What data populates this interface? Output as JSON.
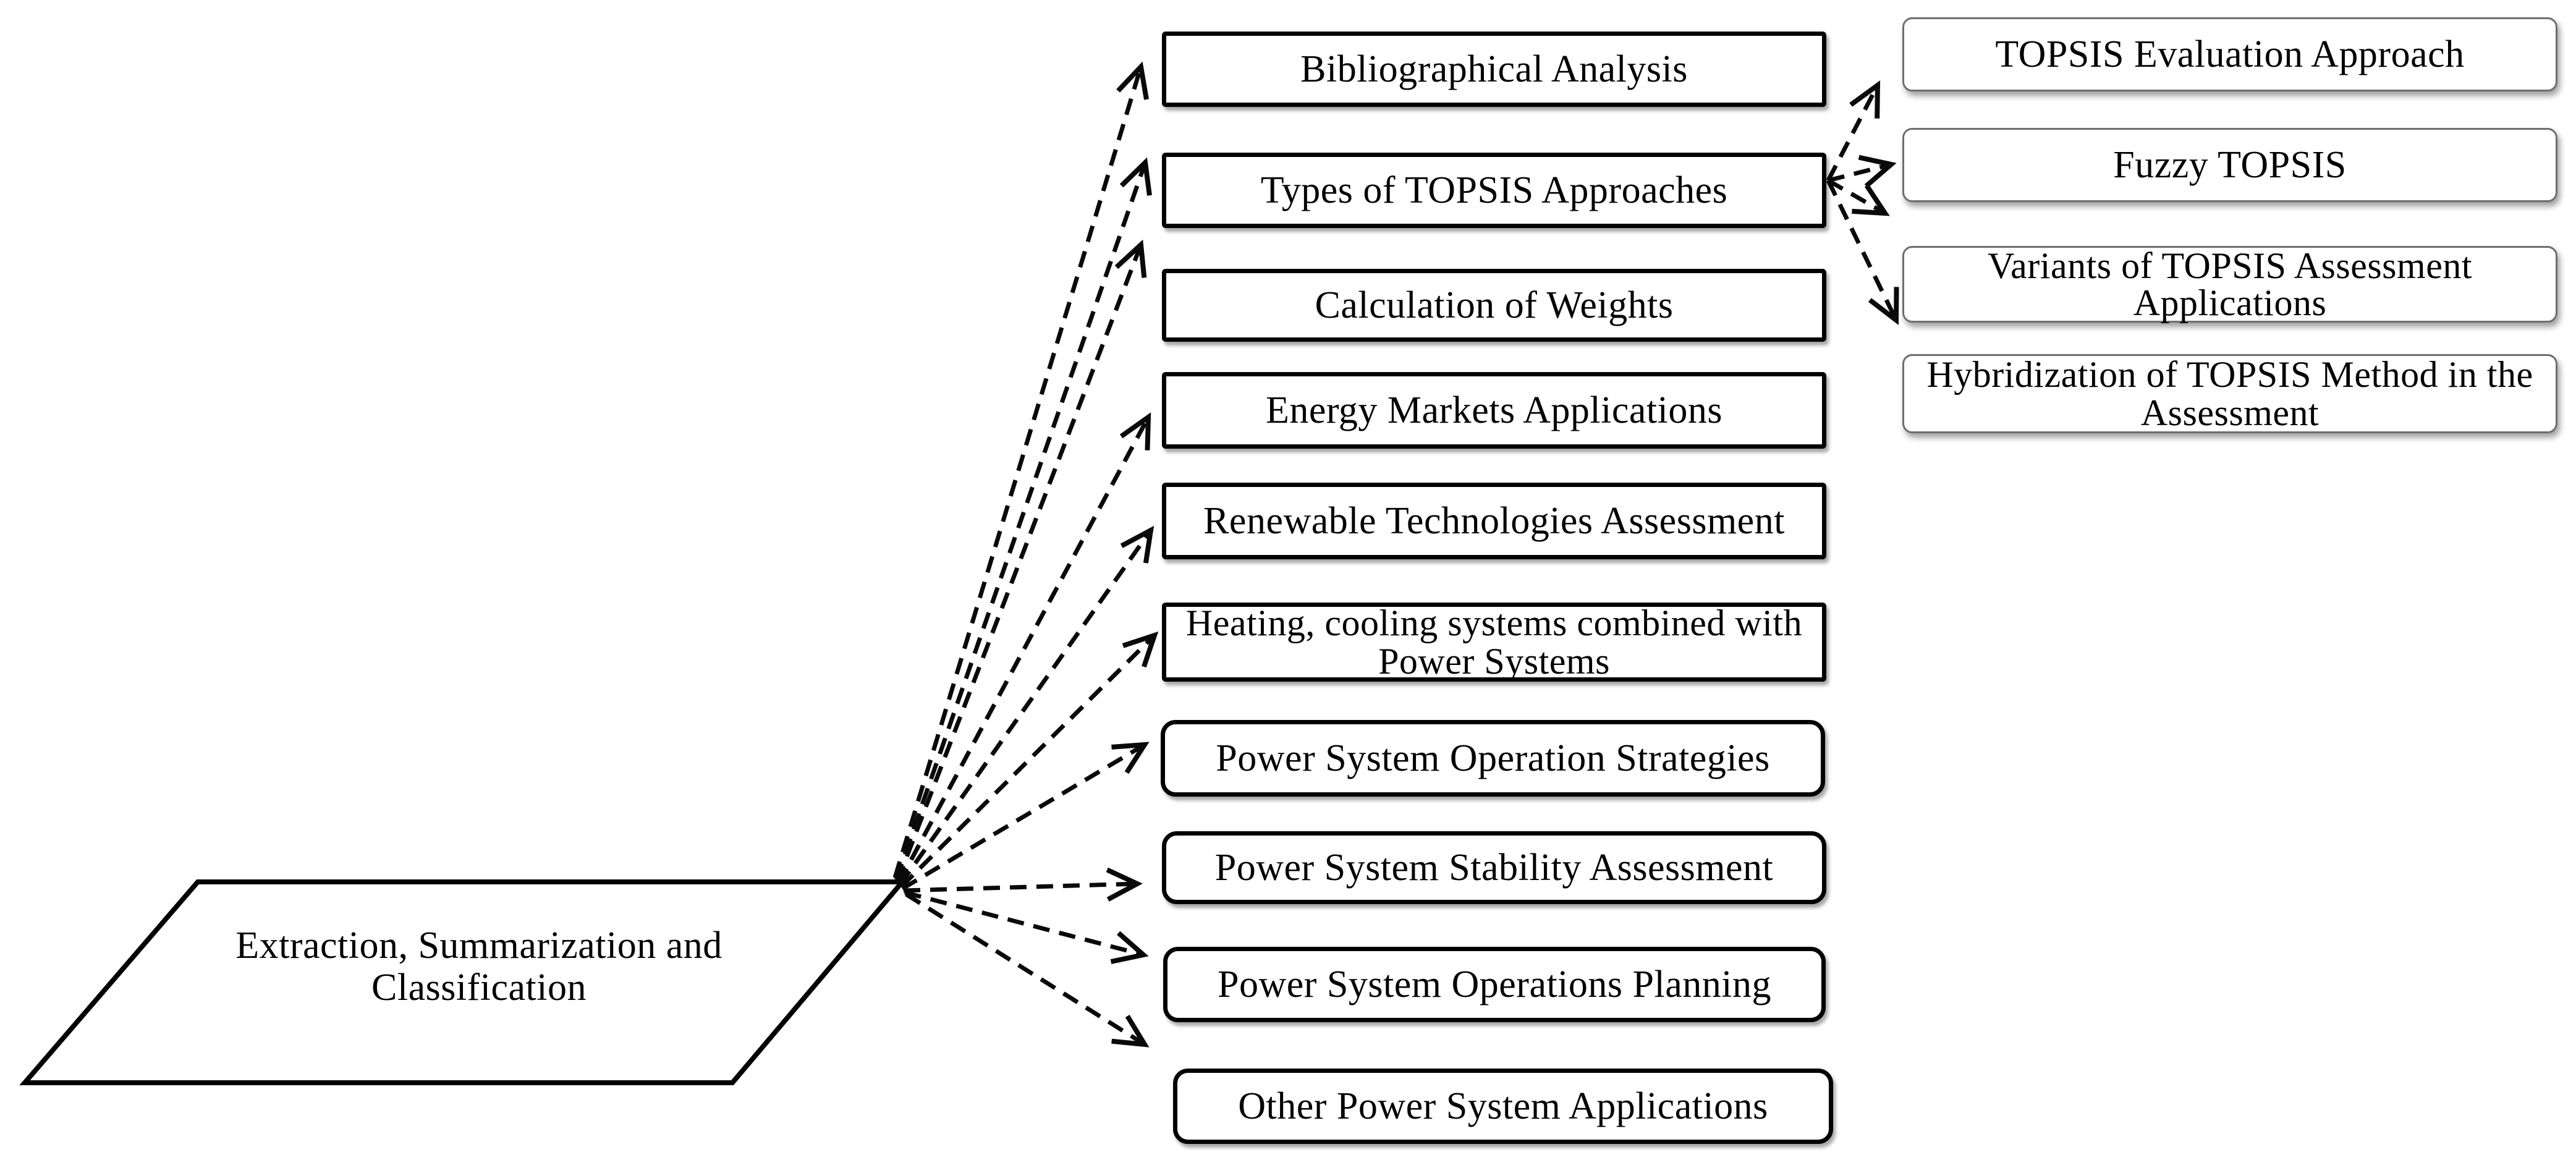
{
  "diagram": {
    "source": {
      "id": "extraction",
      "shape": "parallelogram",
      "label": "Extraction, Summarization and Classification"
    },
    "categories": [
      {
        "id": "bibliographical-analysis",
        "label": "Bibliographical Analysis"
      },
      {
        "id": "types-of-topsis-approaches",
        "label": "Types of TOPSIS Approaches"
      },
      {
        "id": "calculation-of-weights",
        "label": "Calculation of Weights"
      },
      {
        "id": "energy-markets-applications",
        "label": "Energy Markets Applications"
      },
      {
        "id": "renewable-technologies-assessment",
        "label": "Renewable Technologies Assessment"
      },
      {
        "id": "heating-cooling-systems",
        "label": "Heating, cooling systems combined with Power Systems"
      },
      {
        "id": "power-system-operation-strategies",
        "label": "Power System Operation Strategies"
      },
      {
        "id": "power-system-stability-assessment",
        "label": "Power System Stability Assessment"
      },
      {
        "id": "power-system-operations-planning",
        "label": "Power System Operations Planning"
      },
      {
        "id": "other-power-system-applications",
        "label": "Other Power System Applications"
      }
    ],
    "topsis_types": [
      {
        "id": "topsis-evaluation-approach",
        "label": "TOPSIS Evaluation Approach"
      },
      {
        "id": "fuzzy-topsis",
        "label": "Fuzzy TOPSIS"
      },
      {
        "id": "variants-of-topsis",
        "label": "Variants of TOPSIS Assessment Applications"
      },
      {
        "id": "hybridization-of-topsis",
        "label": "Hybridization of TOPSIS Method in the Assessment"
      }
    ],
    "edges": [
      {
        "from": "extraction",
        "to": "bibliographical-analysis"
      },
      {
        "from": "extraction",
        "to": "types-of-topsis-approaches"
      },
      {
        "from": "extraction",
        "to": "calculation-of-weights"
      },
      {
        "from": "extraction",
        "to": "energy-markets-applications"
      },
      {
        "from": "extraction",
        "to": "renewable-technologies-assessment"
      },
      {
        "from": "extraction",
        "to": "heating-cooling-systems"
      },
      {
        "from": "extraction",
        "to": "power-system-operation-strategies"
      },
      {
        "from": "extraction",
        "to": "power-system-stability-assessment"
      },
      {
        "from": "extraction",
        "to": "power-system-operations-planning"
      },
      {
        "from": "extraction",
        "to": "other-power-system-applications"
      },
      {
        "from": "types-of-topsis-approaches",
        "to": "topsis-evaluation-approach"
      },
      {
        "from": "types-of-topsis-approaches",
        "to": "fuzzy-topsis"
      },
      {
        "from": "types-of-topsis-approaches",
        "to": "variants-of-topsis"
      },
      {
        "from": "types-of-topsis-approaches",
        "to": "hybridization-of-topsis"
      }
    ],
    "style": {
      "line_color": "#0a0a0a",
      "category_border_color": "#000000",
      "sub_border_color": "#6e6e6e",
      "fill_color": "#ffffff",
      "text_color": "#000000",
      "line_style": "dashed"
    }
  }
}
